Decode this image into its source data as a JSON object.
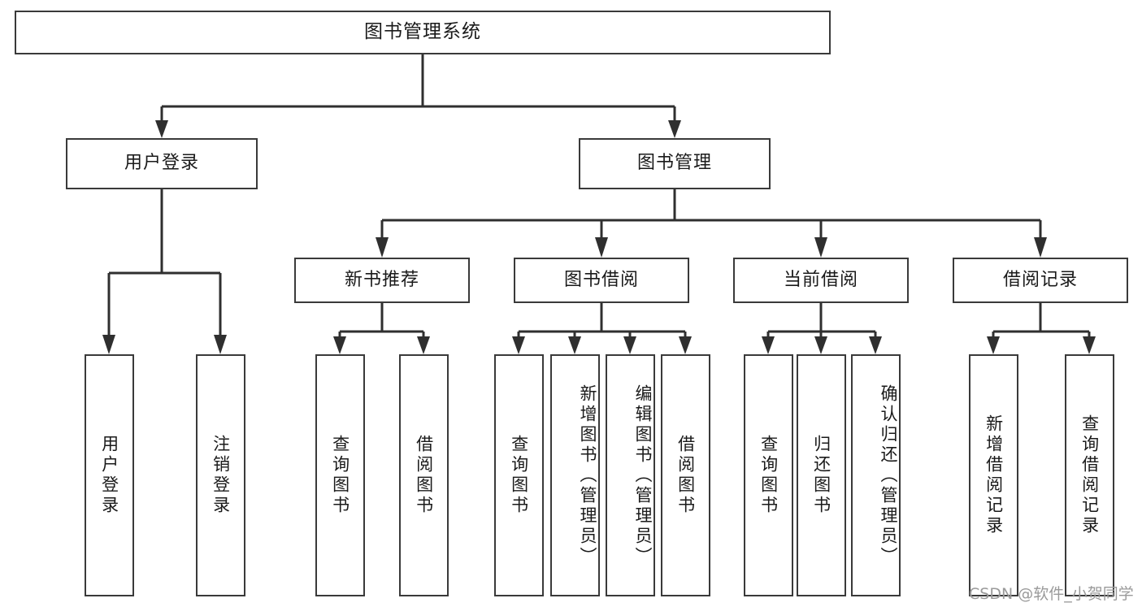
{
  "diagram": {
    "title": "图书管理系统",
    "type": "hierarchy-tree",
    "levels": 4,
    "root": {
      "label": "图书管理系统"
    },
    "level2": [
      {
        "label": "用户登录"
      },
      {
        "label": "图书管理"
      }
    ],
    "level3": [
      {
        "label": "新书推荐"
      },
      {
        "label": "图书借阅"
      },
      {
        "label": "当前借阅"
      },
      {
        "label": "借阅记录"
      }
    ],
    "leaves": {
      "user_login": [
        {
          "label": "用户登录"
        },
        {
          "label": "注销登录"
        }
      ],
      "new_book_recommend": [
        {
          "label": "查询图书"
        },
        {
          "label": "借阅图书"
        }
      ],
      "book_borrow": [
        {
          "label": "查询图书"
        },
        {
          "label": "新增图书（管理员）"
        },
        {
          "label": "编辑图书（管理员）"
        },
        {
          "label": "借阅图书"
        }
      ],
      "current_borrow": [
        {
          "label": "查询图书"
        },
        {
          "label": "归还图书"
        },
        {
          "label": "确认归还（管理员）"
        }
      ],
      "borrow_record": [
        {
          "label": "新增借阅记录"
        },
        {
          "label": "查询借阅记录"
        }
      ]
    }
  },
  "watermark": {
    "text": "CSDN @软件_小贺同学"
  },
  "colors": {
    "stroke": "#3a3a3a",
    "connector": "#2f2f2f",
    "background": "#ffffff",
    "text": "#1a1a1a",
    "watermark": "#9a9a9a"
  }
}
